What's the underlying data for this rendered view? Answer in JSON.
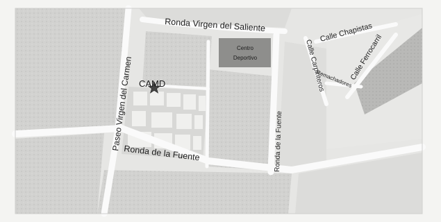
{
  "map": {
    "marker": {
      "label": "CAMD",
      "icon": "star-icon"
    },
    "streets": {
      "ronda_virgen_saliente": "Ronda Virgen del Saliente",
      "paseo_virgen_carmen": "Paseo Virgen del Carmen",
      "ronda_fuente_horizontal": "Ronda de la Fuente",
      "ronda_fuente_vertical": "Ronda de la Fuente",
      "calle_chapistas": "Calle Chapistas",
      "calle_carpinteros": "Calle Carpinteros",
      "calle_remachadores": "Remachadores",
      "calle_ferrocarril": "Calle Ferrocarril"
    },
    "places": {
      "sports_center_line1": "Centro",
      "sports_center_line2": "Deportivo"
    },
    "colors": {
      "background": "#f4f4f2",
      "block_light": "#d4d4d2",
      "block_mid": "#bdbdbb",
      "block_dark": "#8e8e8c",
      "road": "#fafafa",
      "marker": "#444444"
    }
  }
}
